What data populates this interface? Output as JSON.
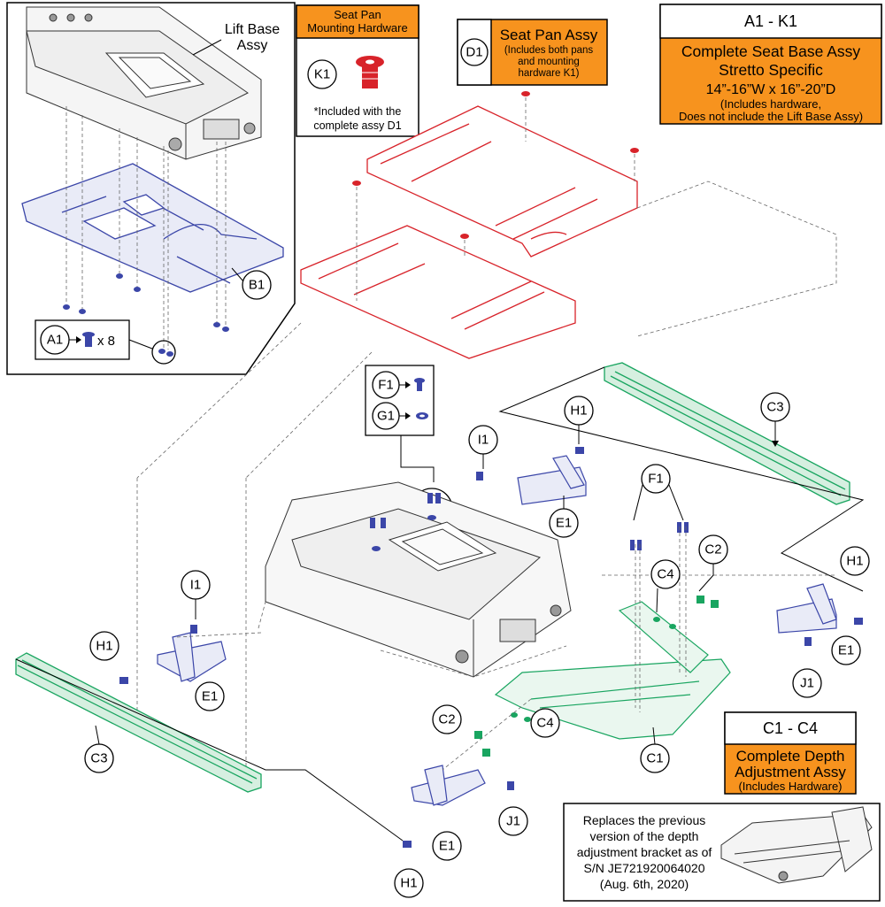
{
  "colors": {
    "accent_orange": "#F7931E",
    "lift_base_blue": "#3B46A8",
    "seat_pan_red": "#D8232A",
    "rail_green": "#19A560",
    "line": "#000000"
  },
  "lift_base_inset": {
    "title_line1": "Lift Base",
    "title_line2": "Assy",
    "b1": "B1",
    "a1": "A1",
    "a1_qty": "x 8"
  },
  "k1_box": {
    "header_line1": "Seat Pan",
    "header_line2": "Mounting Hardware",
    "callout": "K1",
    "note_line1": "*Included with the",
    "note_line2": "complete assy D1"
  },
  "d1_box": {
    "callout": "D1",
    "title": "Seat Pan Assy",
    "sub_line1": "(Includes both pans",
    "sub_line2": "and mounting",
    "sub_line3": "hardware K1)"
  },
  "a1k1_box": {
    "header": "A1 - K1",
    "line1": "Complete Seat Base Assy",
    "line2": "Stretto Specific",
    "line3": "14”-16”W x 16”-20”D",
    "line4": "(Includes hardware,",
    "line5": "Does not include the Lift Base Assy)"
  },
  "c1c4_box": {
    "header": "C1 - C4",
    "line1": "Complete Depth",
    "line2": "Adjustment Assy",
    "line3": "(Includes Hardware)"
  },
  "replace_box": {
    "line1": "Replaces the previous",
    "line2": "version of the depth",
    "line3": "adjustment bracket as of",
    "line4": "S/N JE721920064020",
    "line5": "(Aug. 6th, 2020)"
  },
  "fg_box": {
    "f1": "F1",
    "g1": "G1"
  },
  "callouts": {
    "c3_top": "C3",
    "c3_bottom": "C3",
    "h1_top": "H1",
    "h1_right": "H1",
    "h1_left": "H1",
    "h1_bottom": "H1",
    "i1_top": "I1",
    "i1_left": "I1",
    "e1_top": "E1",
    "e1_right": "E1",
    "e1_left": "E1",
    "e1_bottom": "E1",
    "f1_main": "F1",
    "c4_top": "C4",
    "c4_bottom": "C4",
    "c2_top": "C2",
    "c2_bottom": "C2",
    "j1_right": "J1",
    "j1_bottom": "J1",
    "c1": "C1"
  }
}
